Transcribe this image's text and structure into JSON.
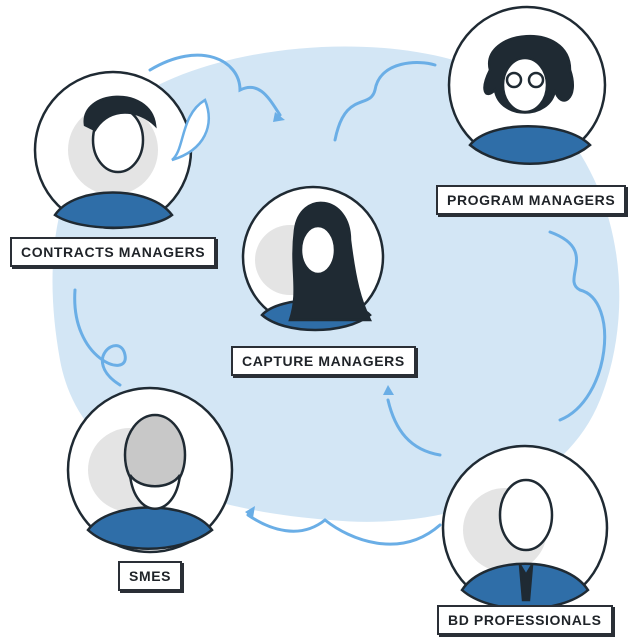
{
  "roles": [
    {
      "id": "contracts",
      "label": "CONTRACTS MANAGERS"
    },
    {
      "id": "program",
      "label": "PROGRAM MANAGERS"
    },
    {
      "id": "capture",
      "label": "CAPTURE MANAGERS"
    },
    {
      "id": "smes",
      "label": "SMES"
    },
    {
      "id": "bd",
      "label": "BD PROFESSIONALS"
    }
  ],
  "colors": {
    "blob": "#d3e6f5",
    "arrow": "#6aaee6",
    "shirt": "#2f6ea8",
    "ink": "#1f2a33",
    "skin": "#ffffff",
    "hair": "#1f2a33"
  }
}
